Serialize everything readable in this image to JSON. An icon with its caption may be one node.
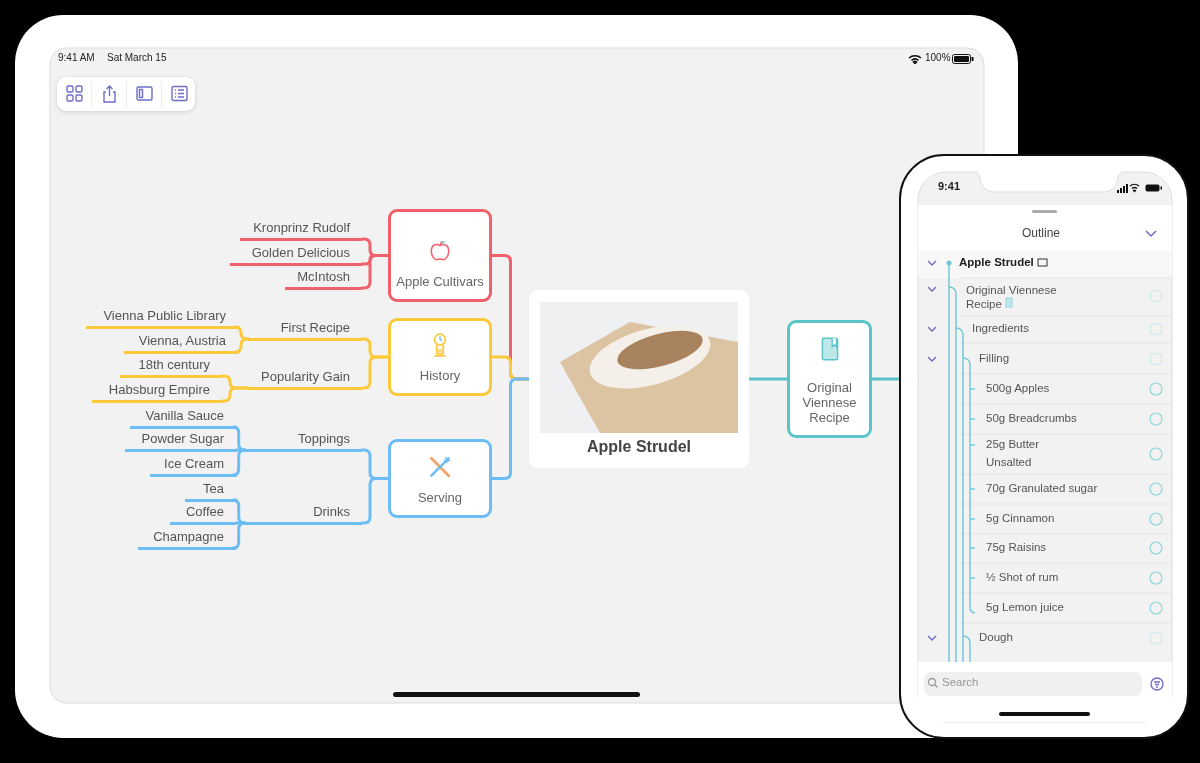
{
  "diagram": {
    "nodes": [
      {
        "text": [
          "Apple Strudel"
        ]
      },
      {
        "text": [
          "Apple Cultivars"
        ]
      },
      {
        "text": [
          "Kronprinz Rudolf"
        ]
      },
      {
        "text": [
          "Golden Delicious"
        ]
      },
      {
        "text": [
          "McIntosh"
        ]
      },
      {
        "text": [
          "History"
        ]
      },
      {
        "text": [
          "First Recipe"
        ]
      },
      {
        "text": [
          "Vienna Public Library"
        ]
      },
      {
        "text": [
          "Vienna, Austria"
        ]
      },
      {
        "text": [
          "Popularity Gain"
        ]
      },
      {
        "text": [
          "18th century"
        ]
      },
      {
        "text": [
          "Habsburg Empire"
        ]
      },
      {
        "text": [
          "Serving"
        ]
      },
      {
        "text": [
          "Toppings"
        ]
      },
      {
        "text": [
          "Vanilla Sauce"
        ]
      },
      {
        "text": [
          "Powder Sugar"
        ]
      },
      {
        "text": [
          "Ice Cream"
        ]
      },
      {
        "text": [
          "Drinks"
        ]
      },
      {
        "text": [
          "Tea"
        ]
      },
      {
        "text": [
          "Coffee"
        ]
      },
      {
        "text": [
          "Champagne"
        ]
      },
      {
        "text": [
          "Original Viennese Recipe"
        ]
      }
    ],
    "edges": [
      {
        "from": 0,
        "to": 1,
        "arrow": "none",
        "color": "#f0616b"
      },
      {
        "from": 1,
        "to": 2,
        "arrow": "none",
        "color": "#f0616b"
      },
      {
        "from": 1,
        "to": 3,
        "arrow": "none",
        "color": "#f0616b"
      },
      {
        "from": 1,
        "to": 4,
        "arrow": "none",
        "color": "#f0616b"
      },
      {
        "from": 0,
        "to": 5,
        "arrow": "none",
        "color": "#fbc93a"
      },
      {
        "from": 5,
        "to": 6,
        "arrow": "none",
        "color": "#fbc93a"
      },
      {
        "from": 6,
        "to": 7,
        "arrow": "none",
        "color": "#fbc93a"
      },
      {
        "from": 6,
        "to": 8,
        "arrow": "none",
        "color": "#fbc93a"
      },
      {
        "from": 5,
        "to": 9,
        "arrow": "none",
        "color": "#fbc93a"
      },
      {
        "from": 9,
        "to": 10,
        "arrow": "none",
        "color": "#fbc93a"
      },
      {
        "from": 9,
        "to": 11,
        "arrow": "none",
        "color": "#fbc93a"
      },
      {
        "from": 0,
        "to": 12,
        "arrow": "none"
      },
      {
        "from": 12,
        "to": 13,
        "arrow": "none"
      },
      {
        "from": 13,
        "to": 14,
        "arrow": "none"
      },
      {
        "from": 13,
        "to": 15,
        "arrow": "none"
      },
      {
        "from": 13,
        "to": 16,
        "arrow": "none"
      },
      {
        "from": 12,
        "to": 17,
        "arrow": "none"
      },
      {
        "from": 17,
        "to": 18,
        "arrow": "none"
      },
      {
        "from": 17,
        "to": 19,
        "arrow": "none"
      },
      {
        "from": 17,
        "to": 20,
        "arrow": "none"
      },
      {
        "from": 0,
        "to": 21,
        "arrow": "none",
        "color": "#5bc4c8"
      },
      {
        "from": 21,
        "to": null,
        "arrow": "none",
        "color": "#5bc4c8"
      }
    ],
    "labels": [
      "9:41 AM",
      "Sat March 15",
      "100%",
      "9:41",
      "Outline",
      "Apple Strudel",
      "Original Viennese Recipe",
      "Ingredients",
      "Filling",
      "500g Apples",
      "50g Breadcrumbs",
      "25g Butter",
      "Unsalted",
      "70g Granulated sugar",
      "5g Cinnamon",
      "75g Raisins",
      "½ Shot of rum",
      "5g Lemon juice",
      "Dough",
      "Search"
    ]
  }
}
